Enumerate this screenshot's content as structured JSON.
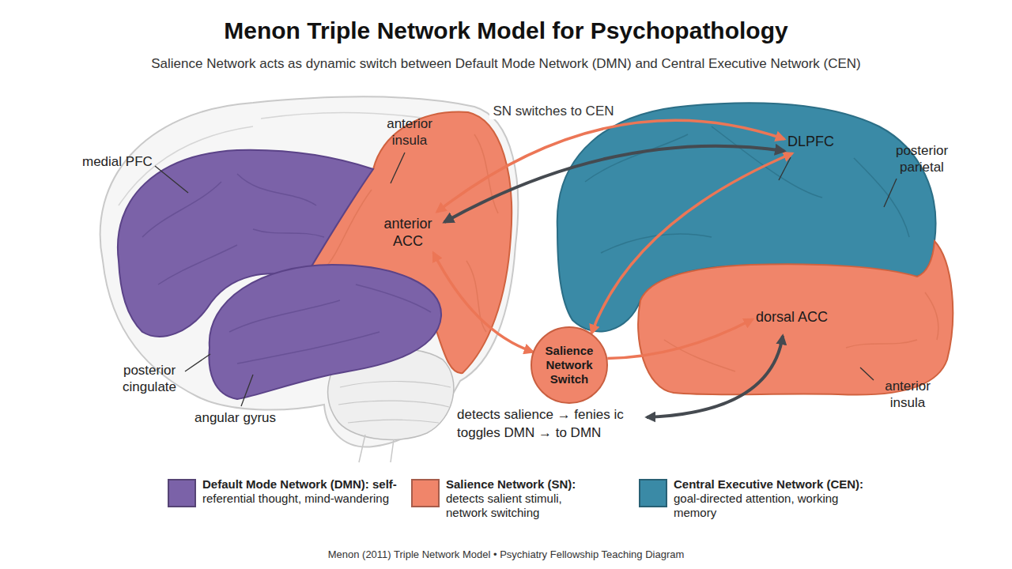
{
  "diagram": {
    "title": "Menon Triple Network Model for Psychopathology",
    "caption": "Menon (2011) Triple Network Model • Psychiatry Fellowship Teaching Diagram",
    "nodes": [
      {
        "text": [
          "anterior ACC"
        ]
      },
      {
        "text": [
          "DLPFC"
        ]
      },
      {
        "text": [
          "dorsal ACC"
        ]
      },
      {
        "text": [
          "Salience Network Switch"
        ]
      }
    ],
    "edges": [
      {
        "from": 0,
        "to": 3,
        "arrow": "both"
      },
      {
        "from": 3,
        "to": 2,
        "arrow": "to"
      },
      {
        "from": 3,
        "to": 1,
        "arrow": "both"
      },
      {
        "from": 0,
        "to": 1,
        "arrow": "both",
        "label": "SN switches to CEN"
      },
      {
        "from": 1,
        "to": 0,
        "arrow": "both"
      }
    ],
    "labels": [
      "Salience Network acts as dynamic switch between Default Mode Network (DMN) and Central Executive Network (CEN)",
      "medial PFC",
      "anterior insula",
      "posterior cingulate",
      "angular gyrus",
      "posterior parietal",
      "anterior insula",
      "detects salience → fenies ic",
      "toggles DMN → to DMN"
    ],
    "legend": [
      {
        "text": "Default Mode Network (DMN): self-referential thought, mind-wandering",
        "color": "#7b62a8"
      },
      {
        "text": "Salience Network (SN): detects salient stimuli, network switching",
        "color": "#f0856a"
      },
      {
        "text": "Central Executive Network (CEN): goal-directed attention, working memory",
        "color": "#3a8aa6"
      }
    ]
  }
}
